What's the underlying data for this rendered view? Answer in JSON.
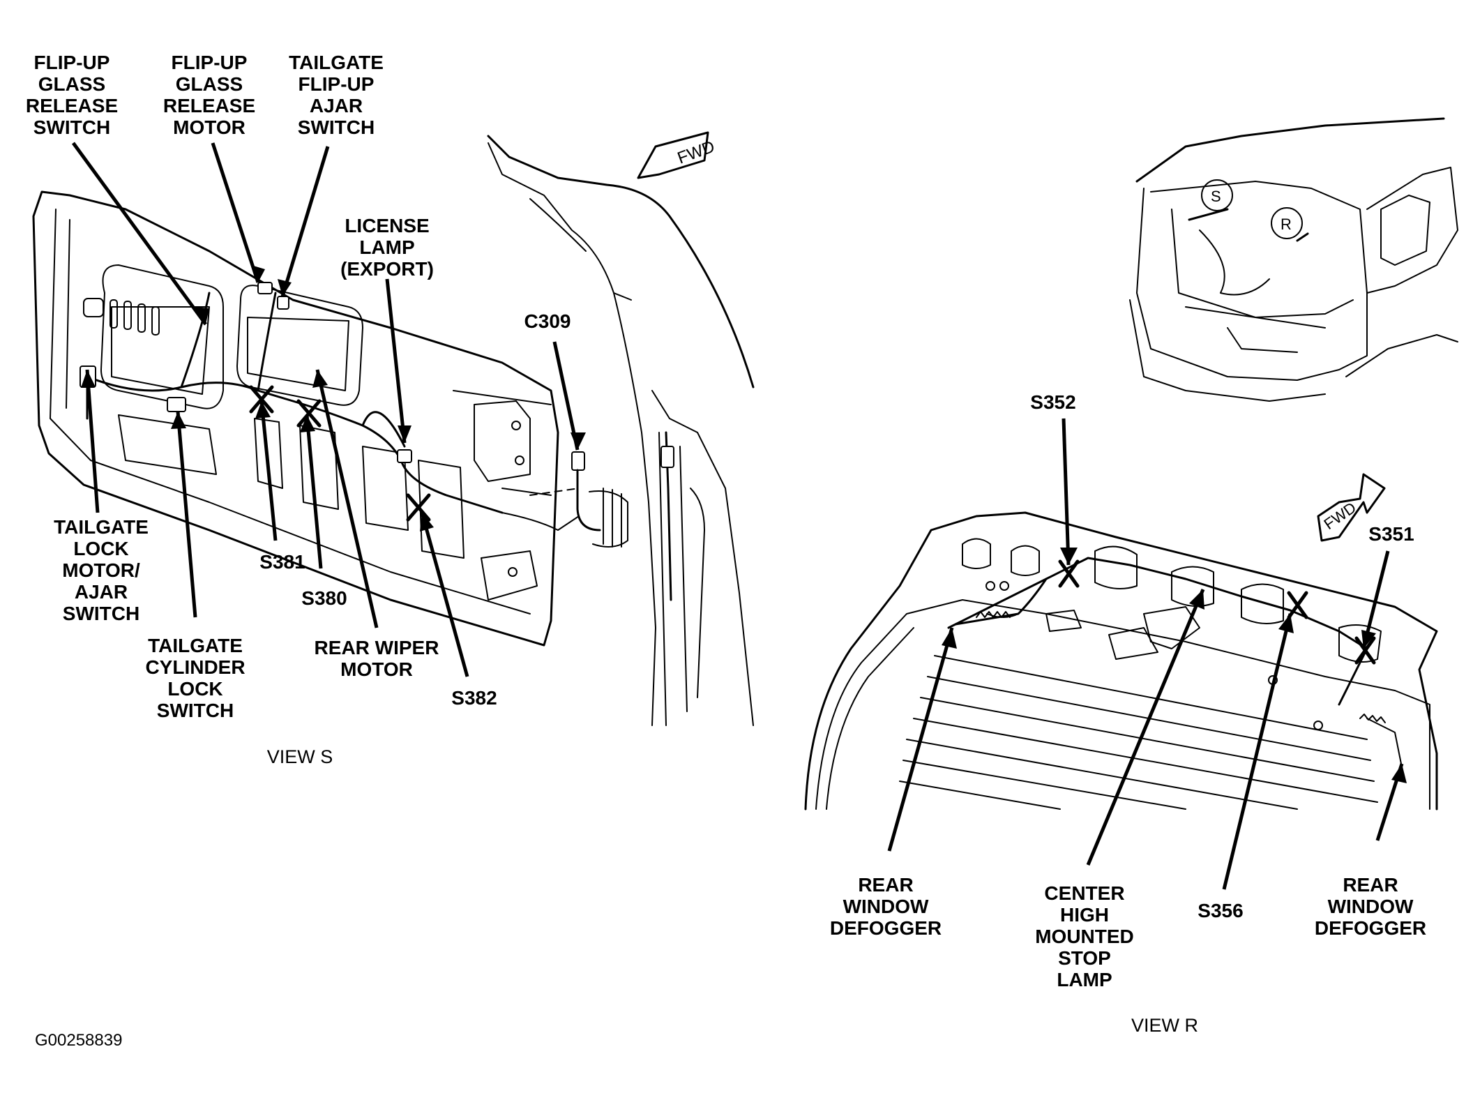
{
  "labels": {
    "flip_up_glass_release_switch": "FLIP-UP\nGLASS\nRELEASE\nSWITCH",
    "flip_up_glass_release_motor": "FLIP-UP\nGLASS\nRELEASE\nMOTOR",
    "tailgate_flip_up_ajar_switch": "TAILGATE\nFLIP-UP\nAJAR\nSWITCH",
    "license_lamp": "LICENSE\nLAMP\n(EXPORT)",
    "c309": "C309",
    "tailgate_lock_motor": "TAILGATE\nLOCK\nMOTOR/\nAJAR\nSWITCH",
    "s381": "S381",
    "s380": "S380",
    "tailgate_cylinder_lock_switch": "TAILGATE\nCYLINDER\nLOCK\nSWITCH",
    "rear_wiper_motor": "REAR WIPER\nMOTOR",
    "s382": "S382",
    "s352": "S352",
    "s351": "S351",
    "rear_window_defogger_left": "REAR\nWINDOW\nDEFOGGER",
    "center_high_mounted_stop_lamp": "CENTER\nHIGH\nMOUNTED\nSTOP\nLAMP",
    "s356": "S356",
    "rear_window_defogger_right": "REAR\nWINDOW\nDEFOGGER"
  },
  "views": {
    "view_s": "VIEW S",
    "view_r": "VIEW R"
  },
  "fwd_arrow": "FWD",
  "callouts": {
    "s": "S",
    "r": "R"
  },
  "figure_id": "G00258839"
}
